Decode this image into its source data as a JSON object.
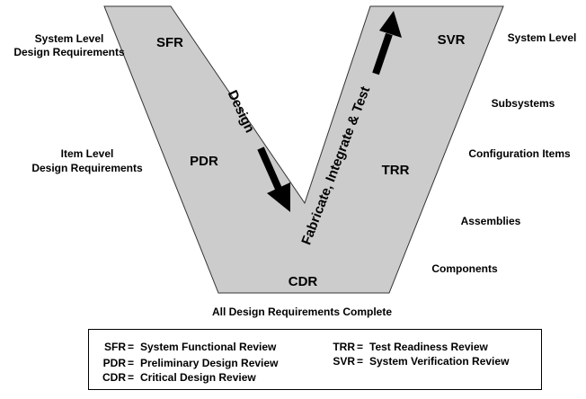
{
  "colors": {
    "v_fill": "#cccccc",
    "v_stroke": "#333333",
    "arrow": "#000000",
    "text": "#000000"
  },
  "diagram": {
    "milestones": {
      "sfr": "SFR",
      "pdr": "PDR",
      "cdr": "CDR",
      "trr": "TRR",
      "svr": "SVR"
    },
    "design_arrow_label": "Design",
    "fabricate_arrow_label": "Fabricate, Integrate & Test",
    "left_labels": {
      "system_level": [
        "System Level",
        "Design Requirements"
      ],
      "item_level": [
        "Item Level",
        "Design Requirements"
      ]
    },
    "right_labels": {
      "system_level": "System Level",
      "subsystems": "Subsystems",
      "configuration_items": "Configuration Items",
      "assemblies": "Assemblies",
      "components": "Components"
    },
    "bottom_caption": "All Design Requirements Complete"
  },
  "legend": {
    "left": [
      {
        "abbr": "SFR",
        "eq": "=",
        "full": "System Functional Review"
      },
      {
        "abbr": "PDR",
        "eq": "=",
        "full": "Preliminary Design Review"
      },
      {
        "abbr": "CDR",
        "eq": "=",
        "full": "Critical Design Review"
      }
    ],
    "right": [
      {
        "abbr": "TRR",
        "eq": "=",
        "full": "Test Readiness Review"
      },
      {
        "abbr": "SVR",
        "eq": "=",
        "full": "System Verification Review"
      }
    ]
  }
}
